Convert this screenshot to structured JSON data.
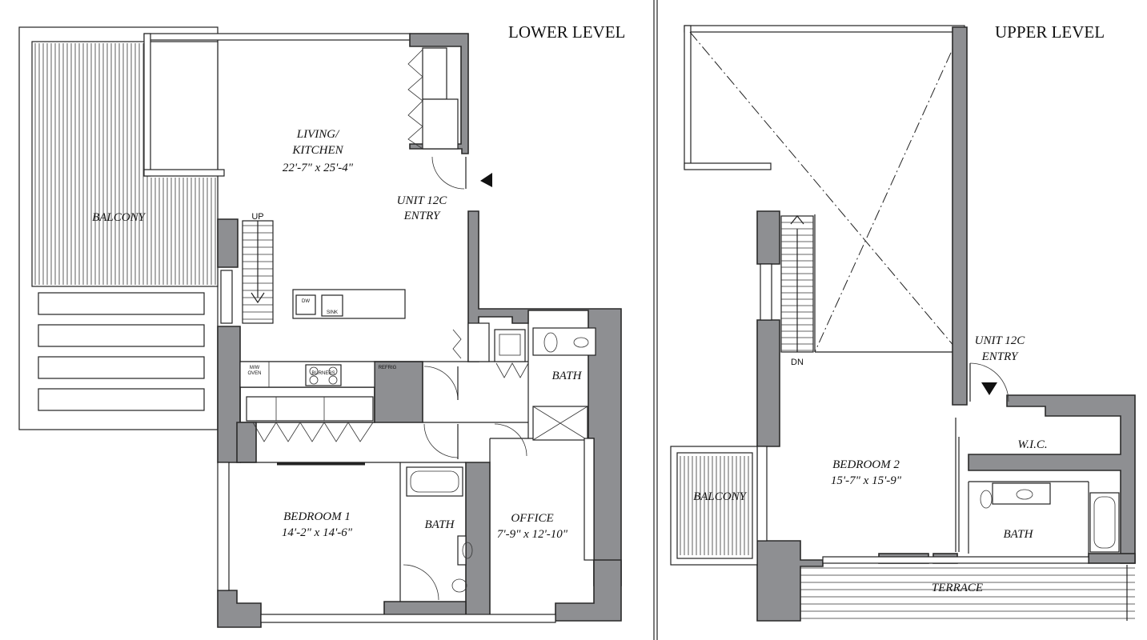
{
  "levels": {
    "lower": {
      "title": "LOWER LEVEL",
      "rooms": {
        "living_name": "LIVING/",
        "living_name2": "KITCHEN",
        "living_dims": "22'-7\" x  25'-4\"",
        "entry_line1": "UNIT 12C",
        "entry_line2": "ENTRY",
        "balcony": "BALCONY",
        "bedroom1": "BEDROOM 1",
        "bedroom1_dims": "14'-2\" x  14'-6\"",
        "bath_main": "BATH",
        "bath_half": "BATH",
        "office": "OFFICE",
        "office_dims": "7'-9\" x  12'-10\""
      },
      "stair_label": "UP",
      "appliances": {
        "dw": "DW",
        "sink": "SINK",
        "mw_oven_1": "M/W",
        "mw_oven_2": "OVEN",
        "refrig": "REFRIG",
        "range": "BURNERS"
      }
    },
    "upper": {
      "title": "UPPER LEVEL",
      "rooms": {
        "entry_line1": "UNIT 12C",
        "entry_line2": "ENTRY",
        "wic": "W.I.C.",
        "bedroom2": "BEDROOM 2",
        "bedroom2_dims": "15'-7\" x  15'-9\"",
        "balcony": "BALCONY",
        "bath": "BATH",
        "terrace": "TERRACE"
      },
      "stair_label": "DN"
    }
  },
  "colors": {
    "wall_fill": "#8e8f92",
    "line": "#222222",
    "background": "#ffffff"
  }
}
